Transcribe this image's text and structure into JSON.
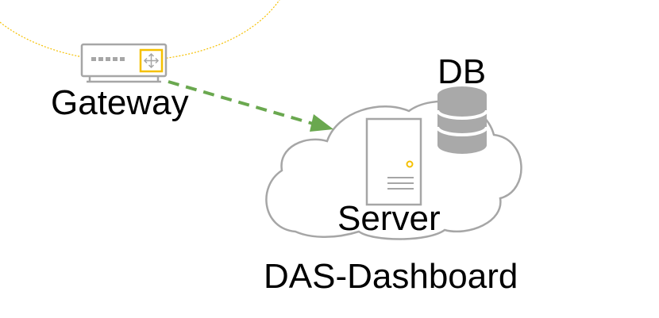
{
  "labels": {
    "gateway": "Gateway",
    "db": "DB",
    "server": "Server",
    "cloud": "DAS-Dashboard"
  },
  "colors": {
    "outline": "#a6a6a6",
    "accent": "#f5c000",
    "connection": "#6aa84f",
    "range": "#f5c000",
    "db_fill": "#a9a9a9"
  },
  "connections": [
    {
      "from": "gateway",
      "to": "cloud",
      "style": "dashed",
      "arrow": "end"
    }
  ],
  "icons": [
    "gateway-icon",
    "server-icon",
    "database-icon",
    "cloud-icon"
  ]
}
